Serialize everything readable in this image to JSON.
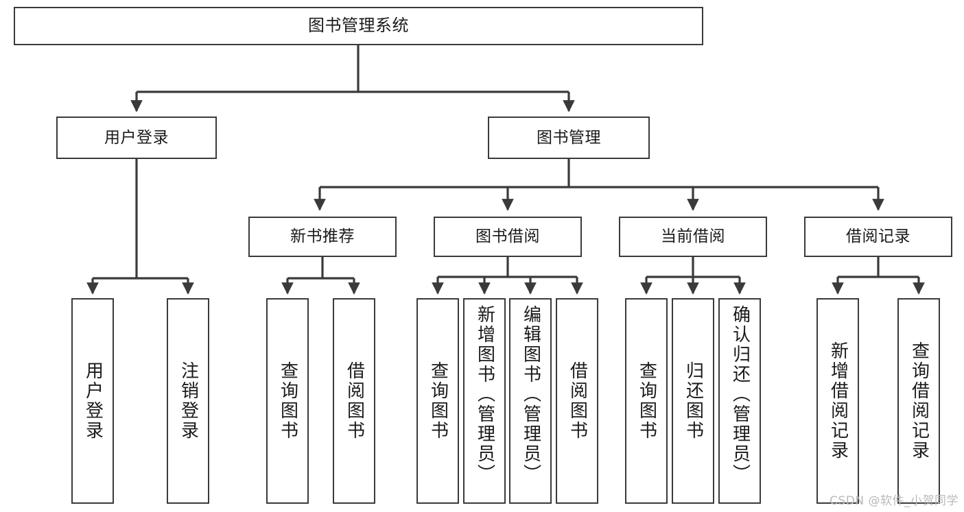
{
  "diagram": {
    "title_node": {
      "id": "root",
      "label": "图书管理系统"
    },
    "level2": [
      {
        "id": "login",
        "label": "用户登录"
      },
      {
        "id": "bookmgmt",
        "label": "图书管理"
      }
    ],
    "level3": [
      {
        "id": "newbook",
        "label": "新书推荐"
      },
      {
        "id": "borrow",
        "label": "图书借阅"
      },
      {
        "id": "current",
        "label": "当前借阅"
      },
      {
        "id": "records",
        "label": "借阅记录"
      }
    ],
    "leaves": {
      "login": [
        {
          "id": "user-login",
          "label": "用户登录"
        },
        {
          "id": "logout",
          "label": "注销登录"
        }
      ],
      "newbook": [
        {
          "id": "query-book-1",
          "label": "查询图书"
        },
        {
          "id": "borrow-book-1",
          "label": "借阅图书"
        }
      ],
      "borrow": [
        {
          "id": "query-book-2",
          "label": "查询图书"
        },
        {
          "id": "add-book",
          "label": "新增图书（管理员）"
        },
        {
          "id": "edit-book",
          "label": "编辑图书（管理员）"
        },
        {
          "id": "borrow-book-2",
          "label": "借阅图书"
        }
      ],
      "current": [
        {
          "id": "query-book-3",
          "label": "查询图书"
        },
        {
          "id": "return-book",
          "label": "归还图书"
        },
        {
          "id": "confirm-return",
          "label": "确认归还（管理员）"
        }
      ],
      "records": [
        {
          "id": "add-record",
          "label": "新增借阅记录"
        },
        {
          "id": "query-record",
          "label": "查询借阅记录"
        }
      ]
    },
    "colors": {
      "stroke": "#3a3a3a",
      "fill": "#ffffff",
      "text": "#1a1a1a",
      "watermark": "#b9b9b9"
    }
  },
  "watermark": {
    "text": "CSDN @软件_小贺同学"
  }
}
